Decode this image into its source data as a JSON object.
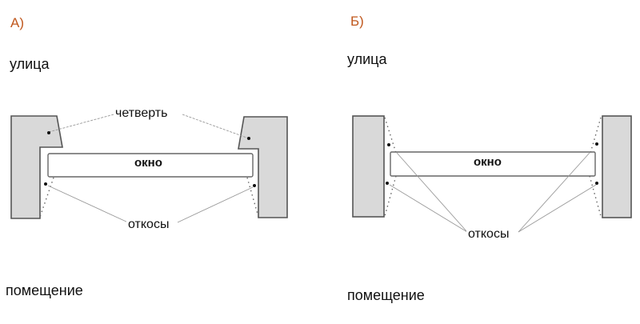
{
  "panels": [
    {
      "id": "A",
      "label": "А)",
      "outside_label": "улица",
      "inside_label": "помещение",
      "window_label": "окно",
      "quarter_label": "четверть",
      "reveals_label": "откосы"
    },
    {
      "id": "B",
      "label": "Б)",
      "outside_label": "улица",
      "inside_label": "помещение",
      "window_label": "окно",
      "reveals_label": "откосы"
    }
  ],
  "colors": {
    "wall_fill": "#d9d9d9",
    "wall_stroke": "#555555",
    "window_fill": "#ffffff",
    "leader": "#888888",
    "panel_label": "#c0581e"
  }
}
